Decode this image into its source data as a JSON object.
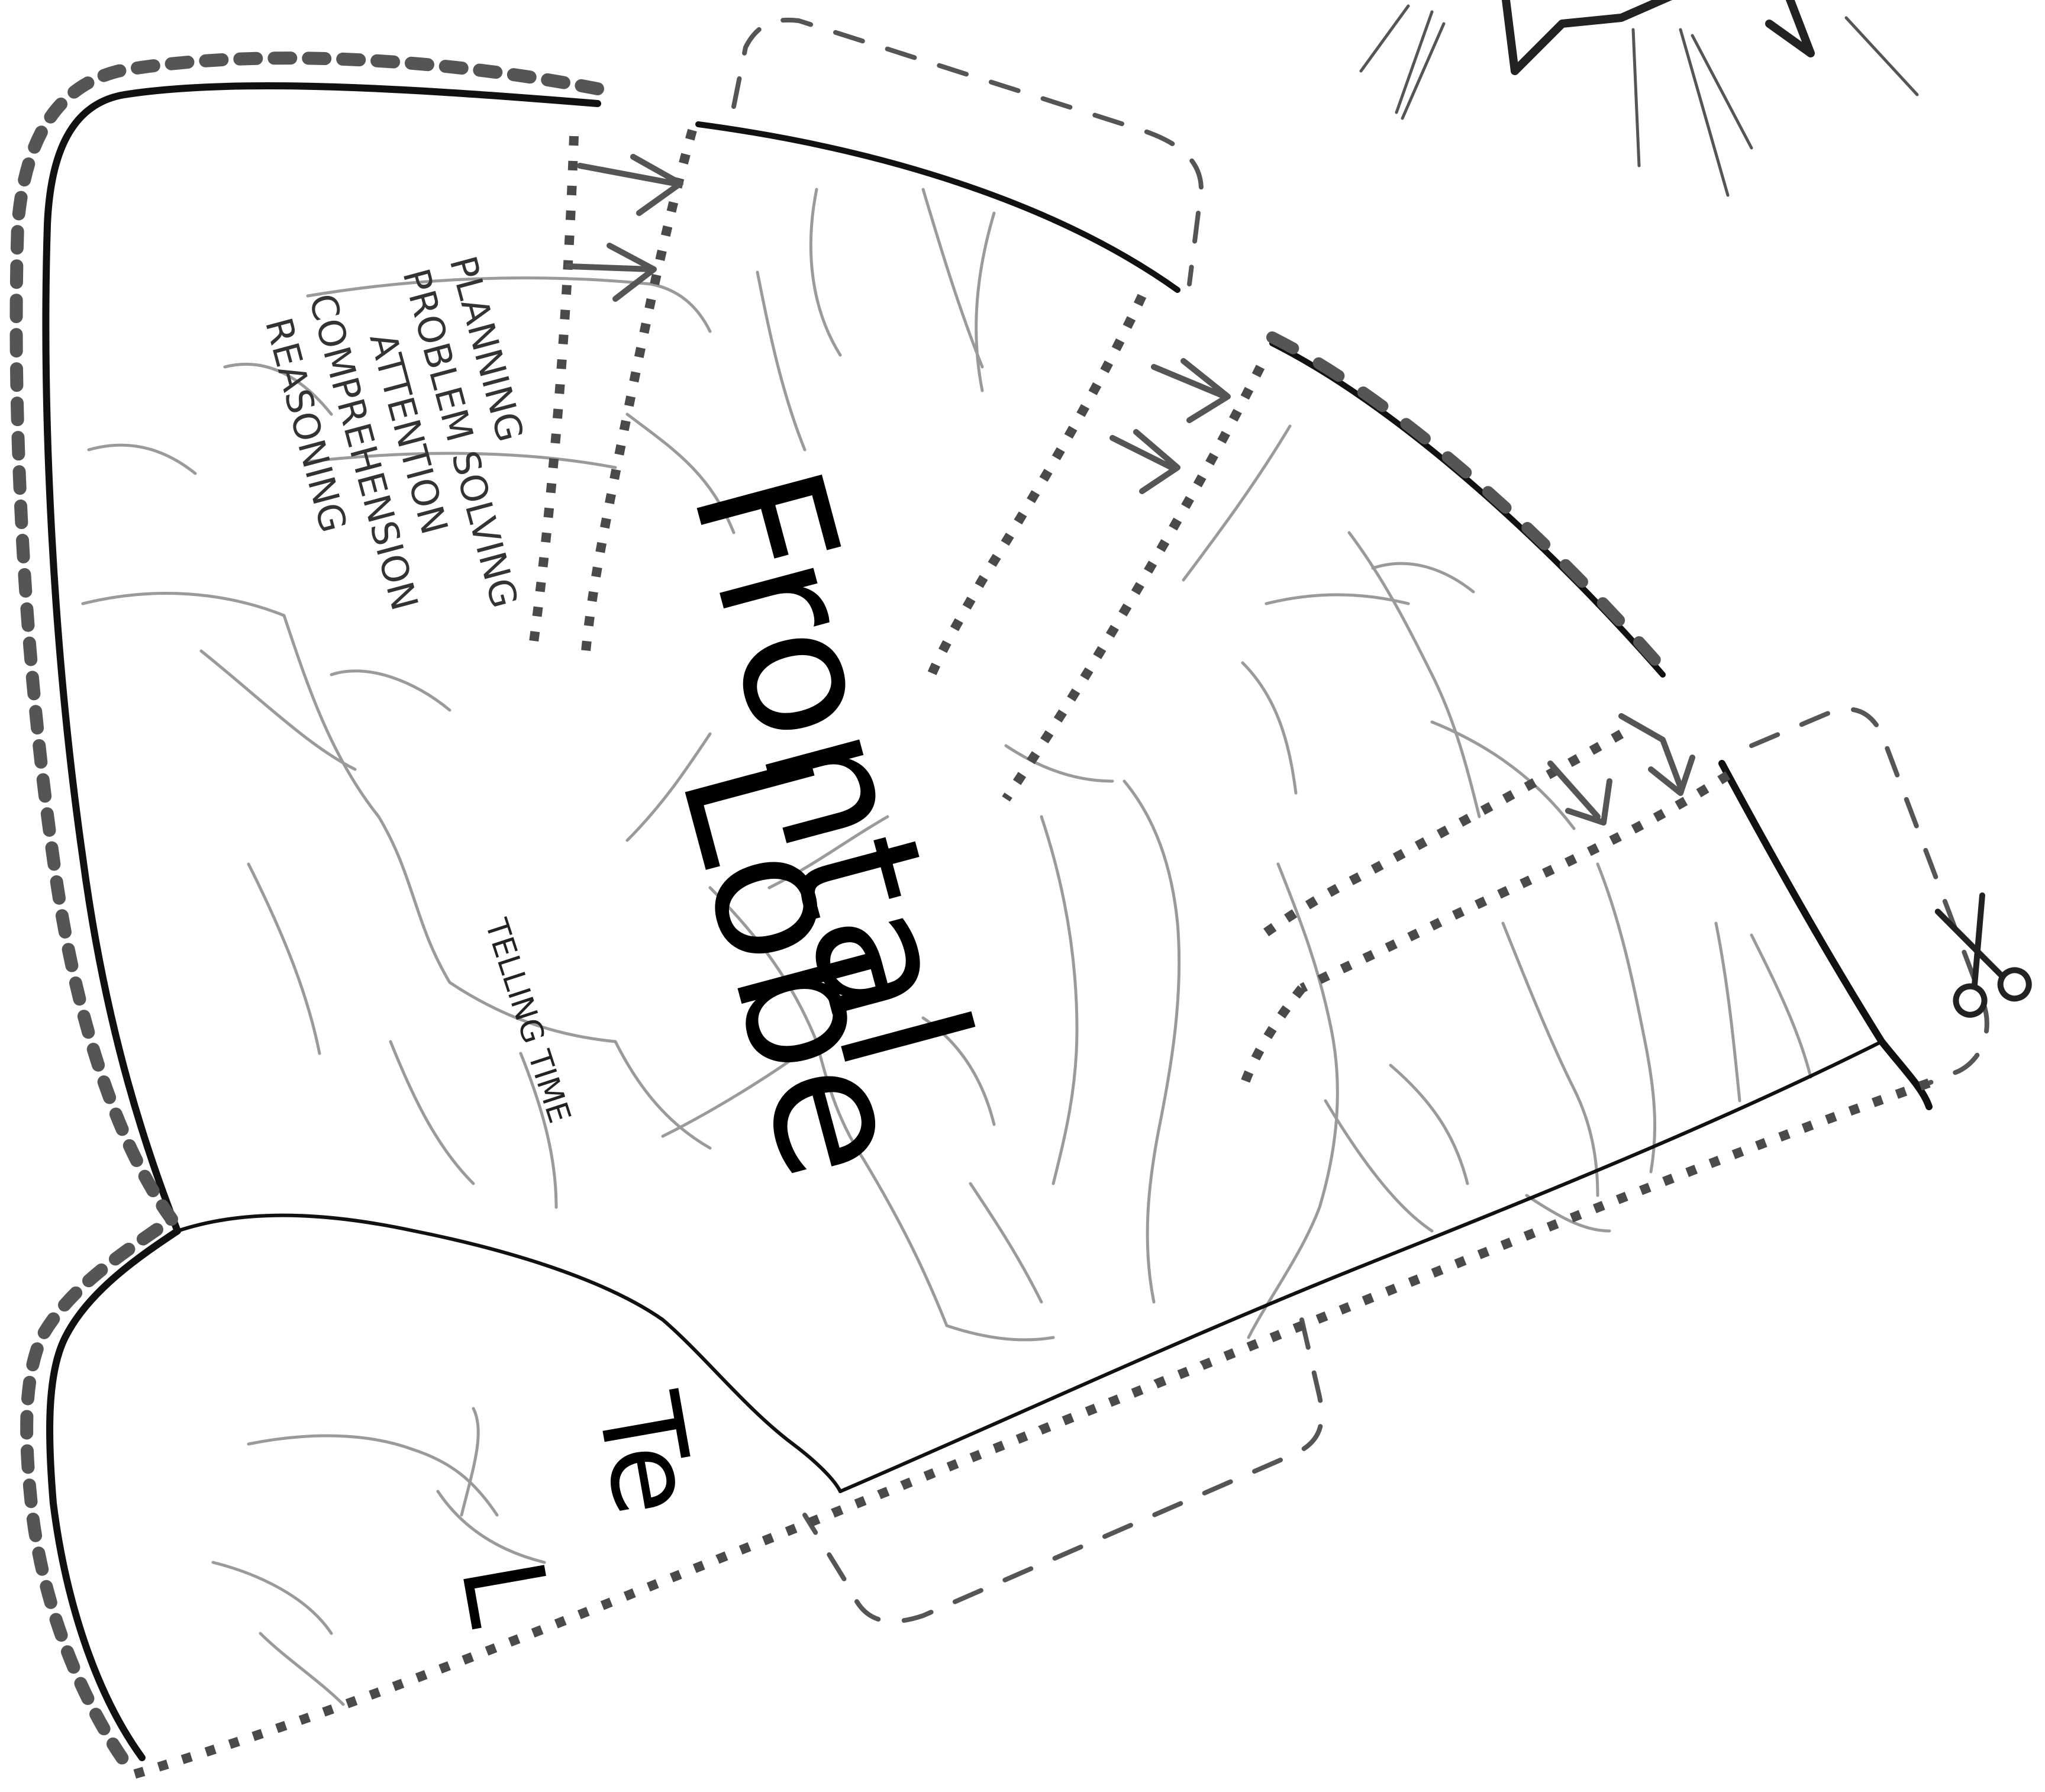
{
  "lobe": {
    "title_line1": "Frontal",
    "title_line2": "Lobe"
  },
  "functions": [
    "PLANNING",
    "PROBLEM SOLVING",
    "ATTENTION",
    "COMPREHENSION",
    "REASONING"
  ],
  "telling_time": "TELLING TIME",
  "temporal_fragment": {
    "line1": "Te",
    "line2": "L"
  },
  "colors": {
    "outline": "#111111",
    "cut_line": "#555555",
    "fold_line": "#444444",
    "sulci": "#9a9a9a",
    "text": "#000000"
  },
  "icons": [
    "scissors-icon",
    "star-burst-icon"
  ]
}
